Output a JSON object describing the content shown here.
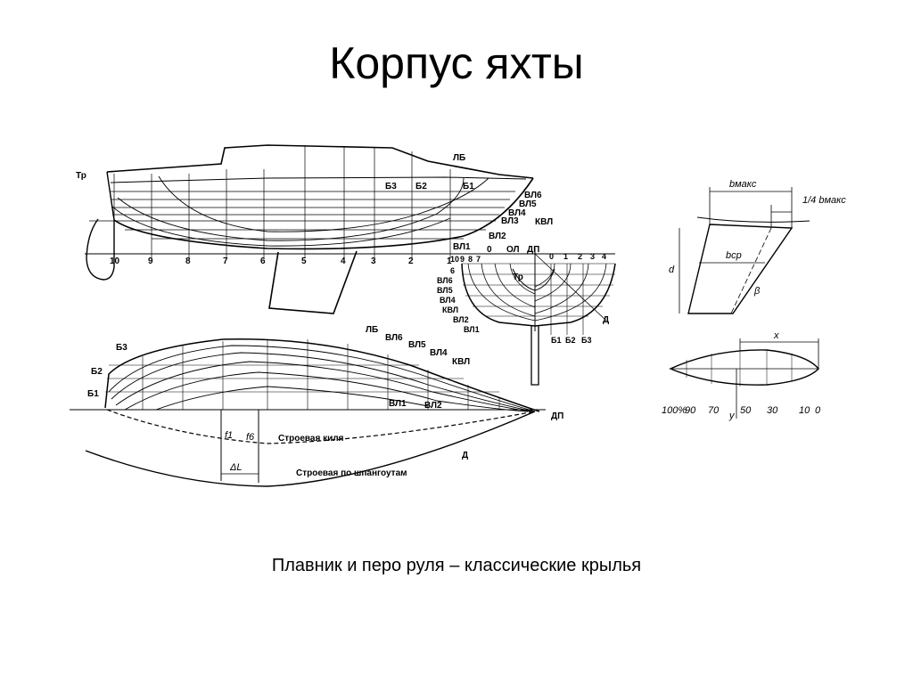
{
  "title": "Корпус яхты",
  "caption": "Плавник и перо руля – классические крылья",
  "profile": {
    "stations": [
      "10",
      "9",
      "8",
      "7",
      "6",
      "5",
      "4",
      "3",
      "2",
      "1"
    ],
    "waterlines": [
      "ВЛ6",
      "ВЛ5",
      "ВЛ4",
      "ВЛ3",
      "КВЛ",
      "ВЛ2",
      "ВЛ1"
    ],
    "buttocks": [
      "Б3",
      "Б2",
      "Б1"
    ],
    "deck": "ЛБ",
    "transom": "Тр"
  },
  "body_plan": {
    "aft_stations": [
      "10",
      "9",
      "8",
      "7",
      "6"
    ],
    "fwd_stations": [
      "0",
      "1",
      "2",
      "3",
      "4"
    ],
    "centerline": "ДП",
    "baseline": "ОЛ",
    "waterlines": [
      "ВЛ6",
      "ВЛ5",
      "ВЛ4",
      "КВЛ",
      "ВЛ2",
      "ВЛ1"
    ],
    "buttocks": [
      "Б1",
      "Б2",
      "Б3"
    ],
    "transom": "Тр",
    "diagonal": "Д"
  },
  "half_breadth": {
    "buttocks": [
      "Б3",
      "Б2",
      "Б1"
    ],
    "lines": [
      "ЛБ",
      "ВЛ6",
      "ВЛ5",
      "ВЛ4",
      "КВЛ"
    ],
    "waterlines_low": [
      "ВЛ1",
      "ВЛ2"
    ],
    "centerline": "ДП",
    "keel_curve": "Строевая киля",
    "frames_curve": "Строевая по шпангоутам",
    "diagonal": "Д",
    "f1": "f1",
    "f6": "f6",
    "delta_l": "ΔL"
  },
  "fin": {
    "b_max": "bмакс",
    "quarter_b_max": "1/4 bмакс",
    "b_avg": "bср",
    "d": "d",
    "beta": "β"
  },
  "foil": {
    "x": "x",
    "y": "y",
    "ticks": [
      "100%",
      "90",
      "70",
      "50",
      "30",
      "10",
      "0"
    ]
  }
}
